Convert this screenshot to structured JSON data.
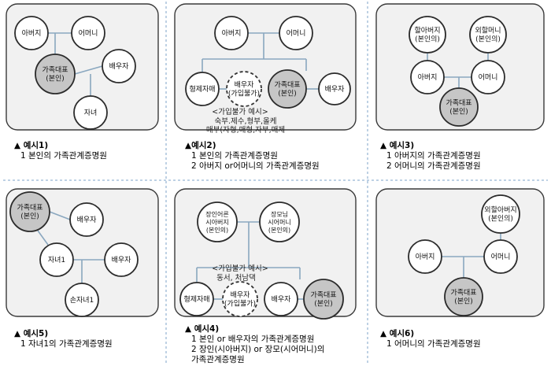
{
  "panels": [
    {
      "nodes": [
        {
          "id": "f",
          "text": [
            "아버지"
          ]
        },
        {
          "id": "m",
          "text": [
            "어머니"
          ]
        },
        {
          "id": "s",
          "text": [
            "가족대표",
            "(본인)"
          ]
        },
        {
          "id": "sp",
          "text": [
            "배우자"
          ]
        },
        {
          "id": "c",
          "text": [
            "자녀"
          ]
        }
      ],
      "note": [],
      "caption": {
        "title": "▲ 예시1)",
        "lines": [
          "1 본인의 가족관계증명원"
        ]
      }
    },
    {
      "nodes": [
        {
          "id": "f",
          "text": [
            "아버지"
          ]
        },
        {
          "id": "m",
          "text": [
            "어머니"
          ]
        },
        {
          "id": "sib",
          "text": [
            "형제자매"
          ]
        },
        {
          "id": "sibsp",
          "text": [
            "배우자",
            "(가입불가)"
          ]
        },
        {
          "id": "s",
          "text": [
            "가족대표",
            "(본인)"
          ]
        },
        {
          "id": "sp",
          "text": [
            "배우자"
          ]
        }
      ],
      "note": [
        "<가입불가 예시>",
        "숙부.제수,형부,올케",
        "매부(자형,매형,자부,매제"
      ],
      "caption": {
        "title": "▲예시2)",
        "lines": [
          "1 본인의 가족관계증명원",
          "2 아버지 or어머니의 가족관계증명원"
        ]
      }
    },
    {
      "nodes": [
        {
          "id": "gf",
          "text": [
            "할아버지",
            "(본인의)"
          ]
        },
        {
          "id": "mgm",
          "text": [
            "외할머니",
            "(본인의)"
          ]
        },
        {
          "id": "f",
          "text": [
            "아버지"
          ]
        },
        {
          "id": "m",
          "text": [
            "어머니"
          ]
        },
        {
          "id": "s",
          "text": [
            "가족대표",
            "(본인)"
          ]
        }
      ],
      "note": [],
      "caption": {
        "title": "▲ 예시3)",
        "lines": [
          "1 아버지의 가족관계증명원",
          "2 어머니의 가족관계증명원"
        ]
      }
    },
    {
      "nodes": [
        {
          "id": "s",
          "text": [
            "가족대표",
            "(본인)"
          ]
        },
        {
          "id": "sp",
          "text": [
            "배우자"
          ]
        },
        {
          "id": "c",
          "text": [
            "자녀1"
          ]
        },
        {
          "id": "csp",
          "text": [
            "배우자"
          ]
        },
        {
          "id": "gc",
          "text": [
            "손자녀1"
          ]
        }
      ],
      "note": [],
      "caption": {
        "title": "▲ 예시5)",
        "lines": [
          "1 자녀1의 가족관계증명원"
        ]
      }
    },
    {
      "nodes": [
        {
          "id": "fil",
          "text": [
            "장인어른",
            "시아버지",
            "(본인의)"
          ]
        },
        {
          "id": "mil",
          "text": [
            "장모님",
            "시어머니",
            "(본인의)"
          ]
        },
        {
          "id": "sib",
          "text": [
            "형제자매"
          ]
        },
        {
          "id": "sibsp",
          "text": [
            "배우자",
            "(가입불가)"
          ]
        },
        {
          "id": "sp",
          "text": [
            "배우자"
          ]
        },
        {
          "id": "s",
          "text": [
            "가족대표",
            "(본인)"
          ]
        }
      ],
      "note": [
        "<가입불가 예시>",
        "동서, 처남댁"
      ],
      "caption": {
        "title": "▲ 예시4)",
        "lines": [
          "1 본인 or 배우자의 가족관계증명원",
          "2 장인(시아버지) or 장모(시어머니)의",
          "가족관계증명원"
        ]
      }
    },
    {
      "nodes": [
        {
          "id": "mgf",
          "text": [
            "외할아버지",
            "(본인의)"
          ]
        },
        {
          "id": "f",
          "text": [
            "아버지"
          ]
        },
        {
          "id": "m",
          "text": [
            "어머니"
          ]
        },
        {
          "id": "s",
          "text": [
            "가족대표",
            "(본인)"
          ]
        }
      ],
      "note": [],
      "caption": {
        "title": "▲ 예시6)",
        "lines": [
          "1 어머니의 가족관계증명원"
        ]
      }
    }
  ]
}
